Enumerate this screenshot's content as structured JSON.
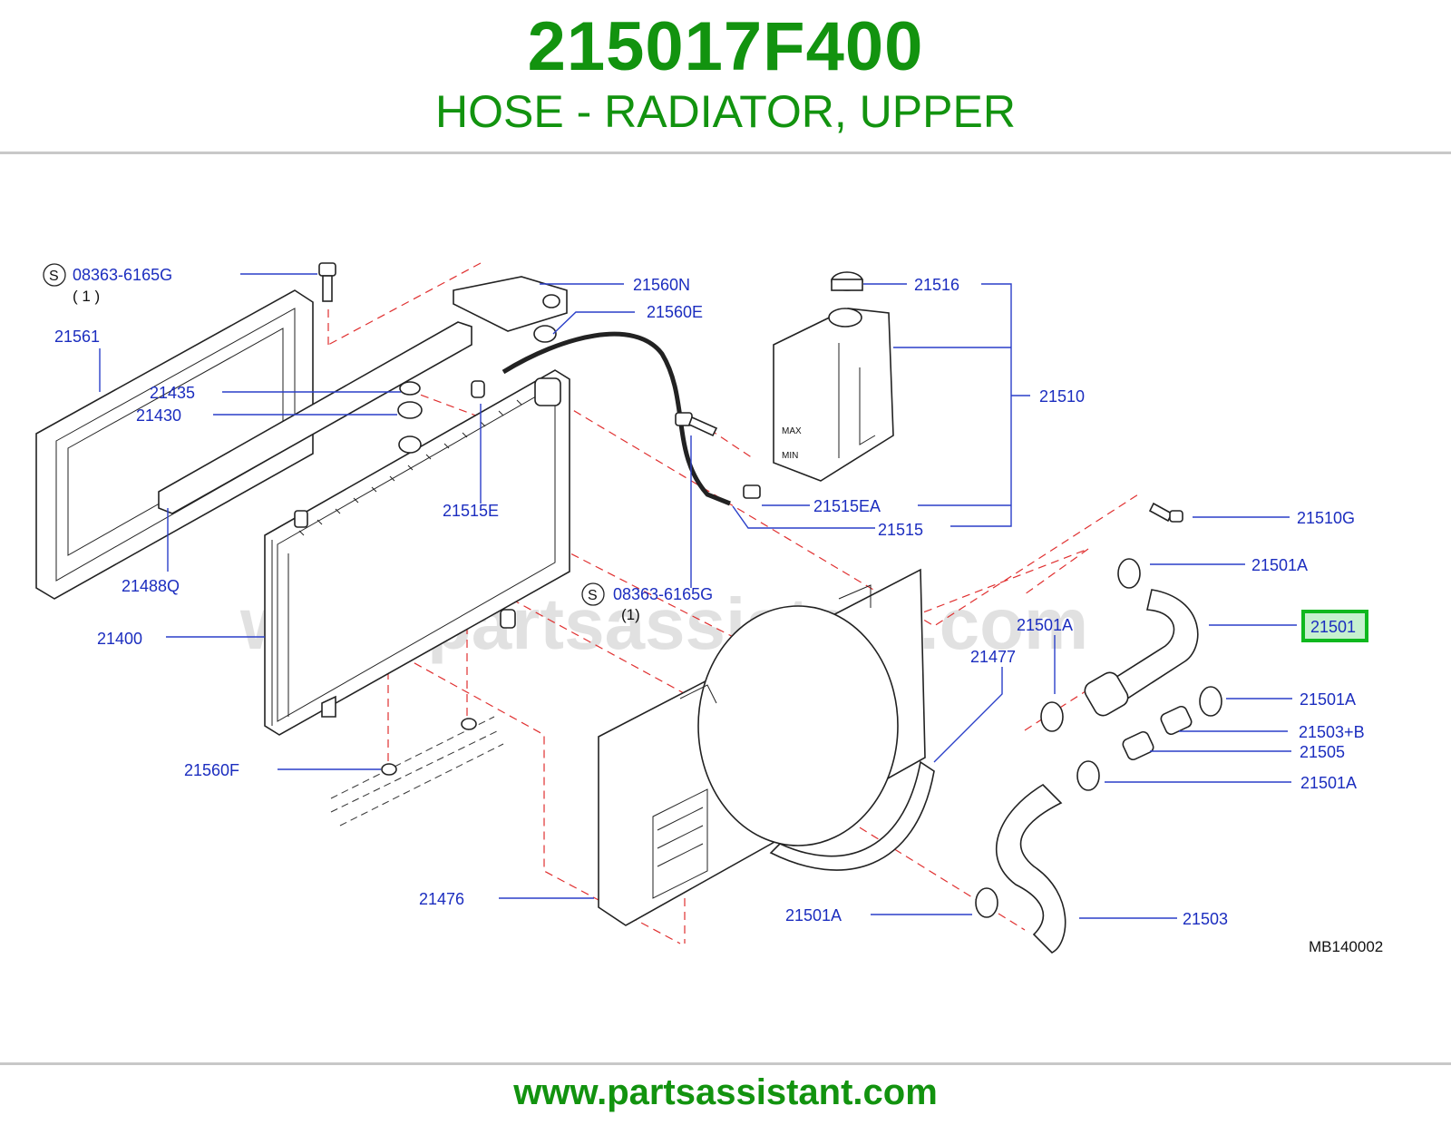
{
  "header": {
    "part_number": "215017F400",
    "part_title": "HOSE - RADIATOR, UPPER"
  },
  "footer": {
    "url": "www.partsassistant.com"
  },
  "diagram": {
    "watermark": "www.partsassistant.com",
    "code": "MB140002",
    "s_mark": "S",
    "labels": {
      "bolt_top": "08363-6165G",
      "bolt_top_qty": "( 1 )",
      "bolt_mid": "08363-6165G",
      "bolt_mid_qty": "(1)",
      "p21561": "21561",
      "p21435": "21435",
      "p21430": "21430",
      "p21560N": "21560N",
      "p21560E": "21560E",
      "p21516": "21516",
      "p21510": "21510",
      "p21515E": "21515E",
      "p21515EA": "21515EA",
      "p21515": "21515",
      "p21510G": "21510G",
      "p21488Q": "21488Q",
      "p21400": "21400",
      "p21501A_1": "21501A",
      "p21501": "21501",
      "p21501A_2": "21501A",
      "p21477": "21477",
      "p21501A_3": "21501A",
      "p21503B": "21503+B",
      "p21505": "21505",
      "p21501A_4": "21501A",
      "p21560F": "21560F",
      "p21476": "21476",
      "p21501A_5": "21501A",
      "p21503": "21503"
    },
    "tank_marks": {
      "max": "MAX",
      "min": "MIN"
    },
    "highlight_color": "#0fb81e",
    "label_color": "#1b2dbf",
    "title_color": "#12930f"
  }
}
